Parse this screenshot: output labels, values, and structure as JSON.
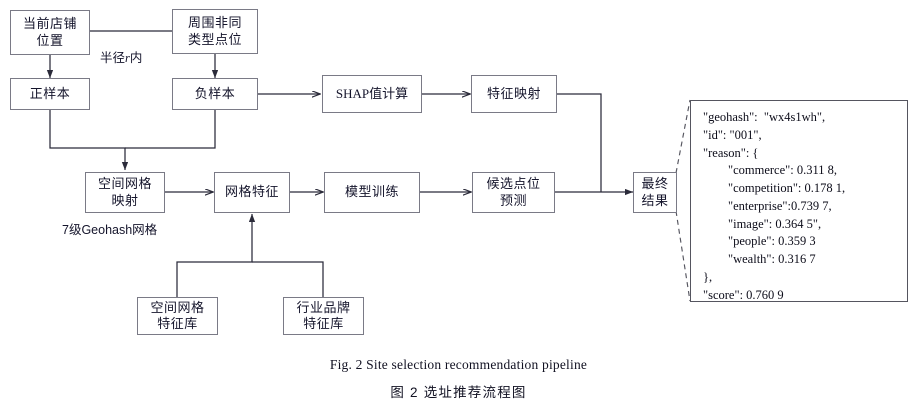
{
  "figure": {
    "nodes": {
      "current_store": "当前店铺\n位置",
      "nearby_other": "周围非同\n类型点位",
      "positive_sample": "正样本",
      "negative_sample": "负样本",
      "shap_calc": "SHAP值计算",
      "feature_map": "特征映射",
      "spatial_grid_map": "空间网格\n映射",
      "grid_feature": "网格特征",
      "model_train": "模型训练",
      "candidate_pred": "候选点位\n预测",
      "final_result": "最终\n结果",
      "spatial_grid_lib": "空间网格\n特征库",
      "industry_brand_lib": "行业品牌\n特征库"
    },
    "edge_labels": {
      "radius": "半径r内",
      "radius_prefix": "半径",
      "radius_var": "r",
      "radius_suffix": "内",
      "geohash": "7级Geohash网格"
    },
    "output_json": "\"geohash\":  \"wx4s1wh\",\n\"id\": \"001\",\n\"reason\": {\n        \"commerce\": 0.311 8,\n        \"competition\": 0.178 1,\n        \"enterprise\":0.739 7,\n        \"image\": 0.364 5\",\n        \"people\": 0.359 3\n        \"wealth\": 0.316 7\n},\n\"score\": 0.760 9",
    "caption_en": "Fig. 2    Site selection recommendation pipeline",
    "caption_zh": "图 2    选址推荐流程图",
    "colors": {
      "box_border": "#7a7a86",
      "wire": "#2b2b3a",
      "text": "#14142b",
      "panel_border": "#55555f"
    }
  }
}
